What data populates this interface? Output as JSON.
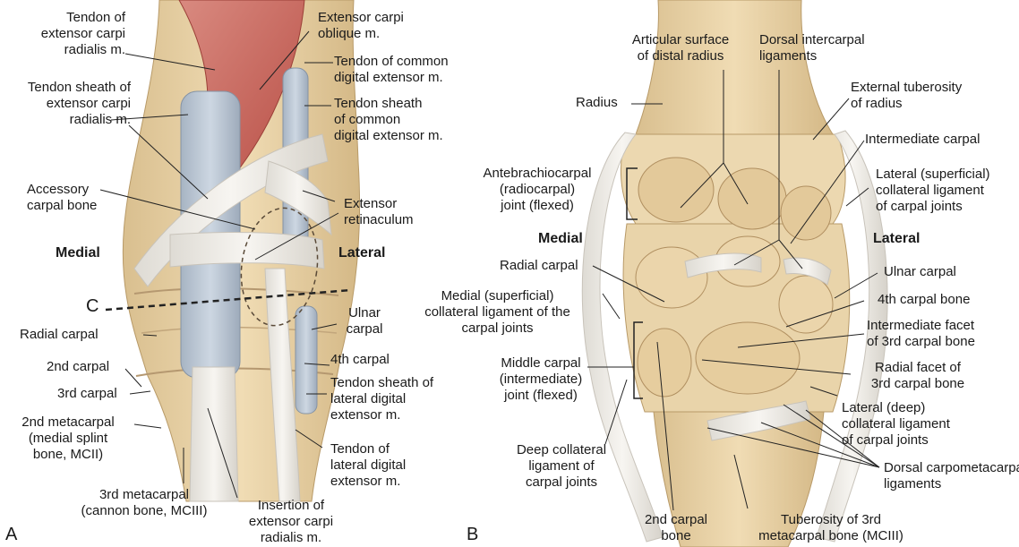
{
  "panel_a": {
    "letter": "A",
    "orient_medial": "Medial",
    "orient_lateral": "Lateral",
    "section_marker": "C",
    "labels": {
      "tendon_ecr": "Tendon of\nextensor carpi\nradialis m.",
      "sheath_ecr": "Tendon sheath of\nextensor carpi\nradialis m.",
      "accessory_carpal": "Accessory\ncarpal bone",
      "radial_carpal": "Radial carpal",
      "second_carpal": "2nd carpal",
      "third_carpal": "3rd carpal",
      "second_metacarpal": "2nd metacarpal\n(medial splint\nbone, MCII)",
      "third_metacarpal": "3rd metacarpal\n(cannon bone, MCIII)",
      "insertion_ecr": "Insertion of\nextensor carpi\nradialis m.",
      "tendon_lde": "Tendon of\nlateral digital\nextensor m.",
      "sheath_lde": "Tendon sheath of\nlateral digital\nextensor m.",
      "fourth_carpal": "4th carpal",
      "ulnar_carpal": "Ulnar\ncarpal",
      "extensor_retinaculum": "Extensor\nretinaculum",
      "sheath_cde": "Tendon sheath\nof common\ndigital extensor m.",
      "tendon_cde": "Tendon of common\ndigital extensor m.",
      "eco": "Extensor carpi\noblique m."
    }
  },
  "panel_b": {
    "letter": "B",
    "orient_medial": "Medial",
    "orient_lateral": "Lateral",
    "labels": {
      "articular_surface": "Articular surface\nof distal radius",
      "dorsal_intercarpal": "Dorsal intercarpal\nligaments",
      "radius": "Radius",
      "external_tuberosity": "External tuberosity\nof radius",
      "intermediate_carpal": "Intermediate carpal",
      "antebrachiocarpal": "Antebrachiocarpal\n(radiocarpal)\njoint (flexed)",
      "lateral_superficial": "Lateral (superficial)\ncollateral ligament\nof carpal joints",
      "radial_carpal": "Radial carpal",
      "ulnar_carpal": "Ulnar carpal",
      "medial_superficial": "Medial (superficial)\ncollateral ligament of the\ncarpal joints",
      "fourth_carpal_bone": "4th carpal bone",
      "intermediate_facet": "Intermediate facet\nof 3rd carpal bone",
      "middle_carpal": "Middle carpal\n(intermediate)\njoint (flexed)",
      "radial_facet": "Radial facet of\n3rd carpal bone",
      "lateral_deep": "Lateral (deep)\ncollateral ligament\nof carpal joints",
      "deep_collateral": "Deep collateral\nligament of\ncarpal joints",
      "dorsal_carpometacarpal": "Dorsal carpometacarpal\nligaments",
      "second_carpal_bone": "2nd carpal\nbone",
      "tuberosity_mc3": "Tuberosity of 3rd\nmetacarpal bone (MCIII)"
    }
  },
  "colors": {
    "bone": "#e8d3a8",
    "bone_shadow": "#c9ad7e",
    "ligament": "#f2f0ec",
    "sheath": "#b9c5d2",
    "muscle": "#c9645a",
    "leader": "#222222"
  }
}
